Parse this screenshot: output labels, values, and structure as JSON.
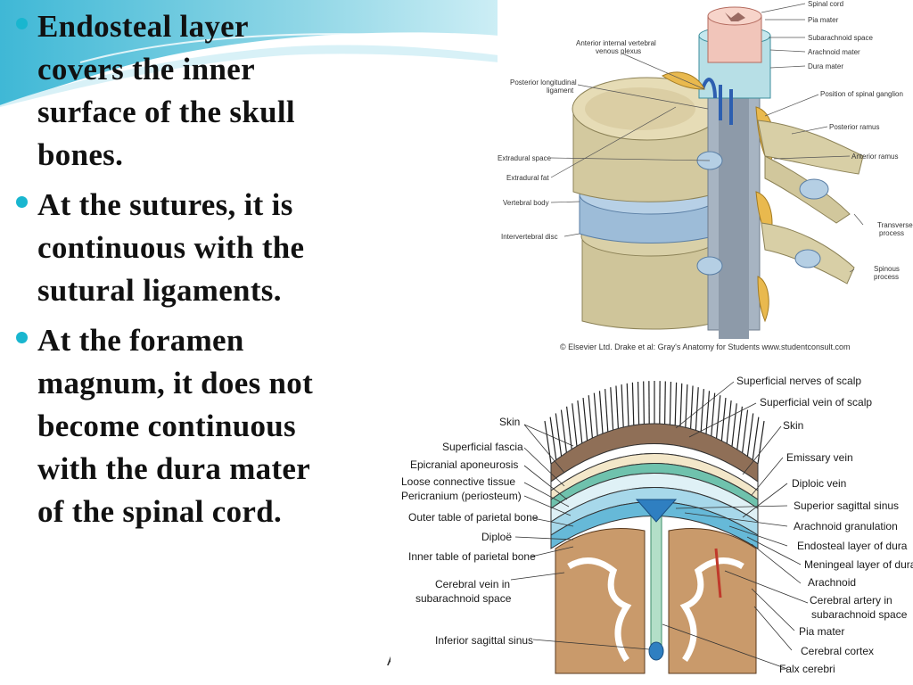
{
  "bullets": [
    {
      "line1": "Endosteal layer",
      "line2": "covers the inner",
      "line3": "surface of the skull",
      "line4": "bones."
    },
    {
      "line1": "At the sutures, it is",
      "line2": "continuous with the",
      "line3": "sutural ligaments."
    },
    {
      "line1": "At the foramen",
      "line2": "magnum, it does not",
      "line3": "become continuous",
      "line4": "with the dura mater",
      "line5": "of the spinal cord."
    }
  ],
  "stray_text": "A",
  "colors": {
    "accent": "#19b6cf",
    "dura": "#8a2fa0",
    "fat": "#e9b94e",
    "bone": "#d8cfa6"
  },
  "spine_figure": {
    "labels": {
      "spinal_cord": "Spinal cord",
      "pia_mater": "Pia mater",
      "subarachnoid_space": "Subarachnoid space",
      "arachnoid_mater": "Arachnoid mater",
      "dura_mater": "Dura mater",
      "anterior_venous_plexus_1": "Anterior internal vertebral",
      "anterior_venous_plexus_2": "venous plexus",
      "posterior_ligament_1": "Posterior longitudinal",
      "posterior_ligament_2": "ligament",
      "spinal_ganglion": "Position of spinal ganglion",
      "posterior_ramus": "Posterior ramus",
      "extradural_space": "Extradural space",
      "anterior_ramus": "Anterior ramus",
      "extradural_fat": "Extradural fat",
      "vertebral_body": "Vertebral body",
      "transverse_process_1": "Transverse",
      "transverse_process_2": "process",
      "intervertebral_disc": "Intervertebral disc",
      "spinous_process_1": "Spinous",
      "spinous_process_2": "process"
    },
    "copyright": "© Elsevier Ltd. Drake et al: Gray's Anatomy for Students www.studentconsult.com"
  },
  "scalp_figure": {
    "left_labels": {
      "skin": "Skin",
      "superficial_fascia": "Superficial fascia",
      "epicranial_aponeurosis": "Epicranial aponeurosis",
      "loose_connective_tissue": "Loose connective tissue",
      "pericranium": "Pericranium (periosteum)",
      "outer_table": "Outer table of parietal bone",
      "diploe": "Diploë",
      "inner_table": "Inner table of parietal bone",
      "cerebral_vein_1": "Cerebral vein in",
      "cerebral_vein_2": "subarachnoid space",
      "inferior_sagittal_sinus": "Inferior sagittal sinus"
    },
    "right_labels": {
      "superficial_nerves": "Superficial nerves of scalp",
      "superficial_vein": "Superficial vein of scalp",
      "skin": "Skin",
      "emissary_vein": "Emissary vein",
      "diploic_vein": "Diploic vein",
      "superior_sagittal_sinus": "Superior sagittal sinus",
      "arachnoid_granulation": "Arachnoid granulation",
      "endosteal_layer": "Endosteal layer of dura",
      "meningeal_layer": "Meningeal layer of dura",
      "arachnoid": "Arachnoid",
      "cerebral_artery_1": "Cerebral artery in",
      "cerebral_artery_2": "subarachnoid space",
      "pia_mater": "Pia mater",
      "cerebral_cortex": "Cerebral cortex",
      "falx_cerebri": "Falx cerebri"
    }
  }
}
